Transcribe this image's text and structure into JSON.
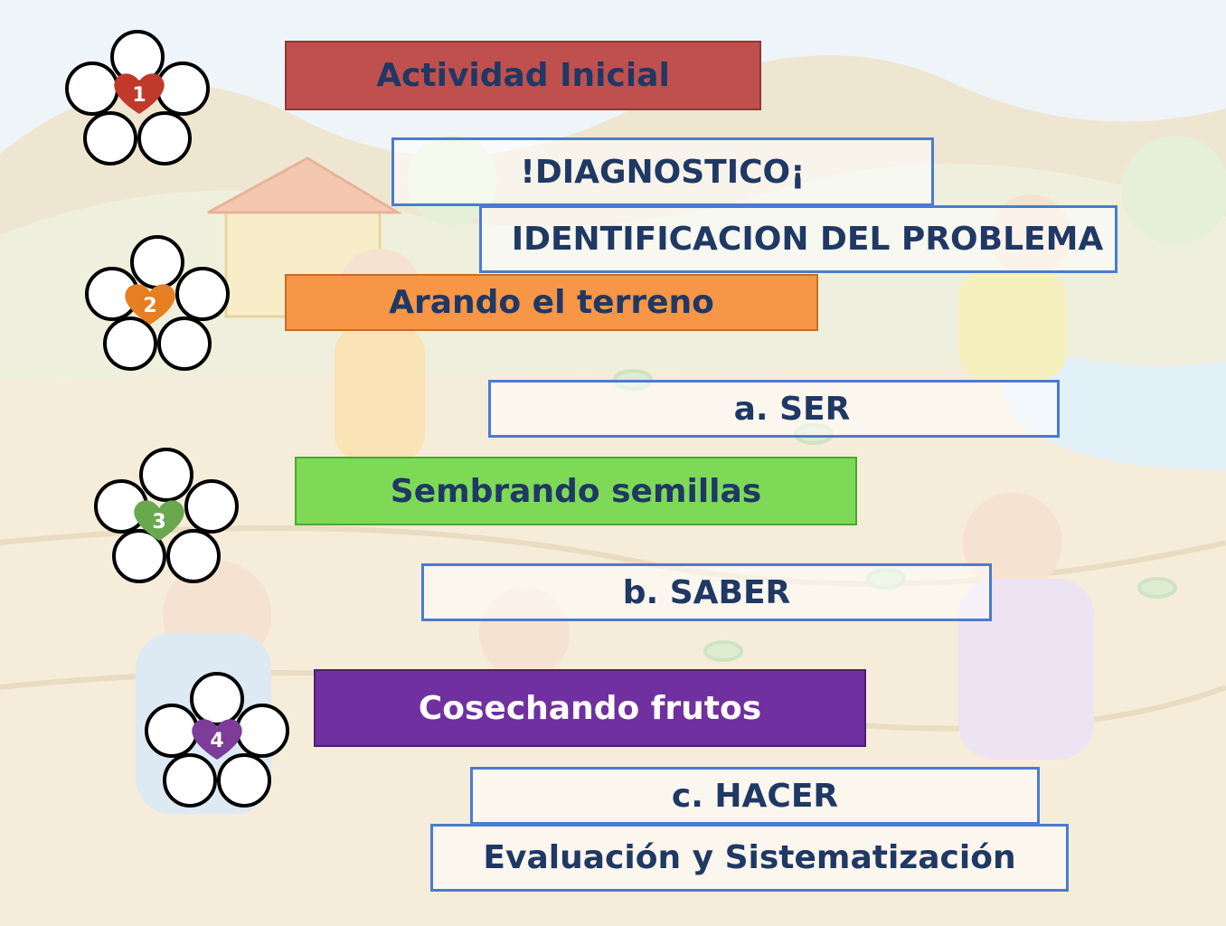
{
  "steps": [
    {
      "number": "1",
      "title": "Actividad Inicial",
      "color": "#c0504d",
      "text_color": "#1f3864"
    },
    {
      "number": "2",
      "title": "Arando el terreno",
      "color": "#f79646",
      "text_color": "#1f3864"
    },
    {
      "number": "3",
      "title": "Sembrando semillas",
      "color": "#7ed957",
      "text_color": "#1f3864"
    },
    {
      "number": "4",
      "title": "Cosechando frutos",
      "color": "#7030a0",
      "text_color": "#ffffff"
    }
  ],
  "heart_colors": [
    "#c0392b",
    "#e67e22",
    "#6aa84f",
    "#7d3c98"
  ],
  "outline_boxes": {
    "diagnostico": "!DIAGNOSTICO¡",
    "identificacion": "IDENTIFICACION DEL PROBLEMA",
    "ser": "a. SER",
    "saber": "b. SABER",
    "hacer": "c. HACER",
    "evaluacion": "Evaluación y Sistematización"
  },
  "background": {
    "illustration": "faded cartoon of children farming in a field",
    "outline_color": "#4a7bd0"
  }
}
